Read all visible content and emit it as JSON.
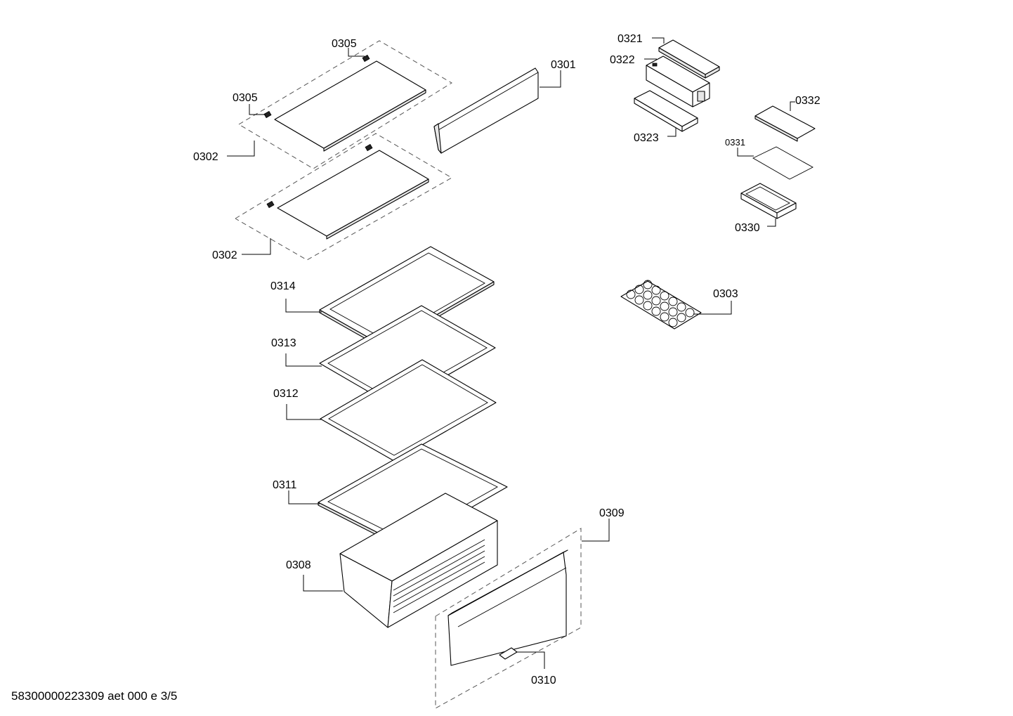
{
  "document": {
    "footer_text": "58300000223309 aet 000 e 3/5"
  },
  "labels": {
    "p0305a": "0305",
    "p0305b": "0305",
    "p0302a": "0302",
    "p0302b": "0302",
    "p0301": "0301",
    "p0321": "0321",
    "p0322": "0322",
    "p0323": "0323",
    "p0332": "0332",
    "p0331": "0331",
    "p0330": "0330",
    "p0314": "0314",
    "p0313": "0313",
    "p0312": "0312",
    "p0311": "0311",
    "p0303": "0303",
    "p0308": "0308",
    "p0309": "0309",
    "p0310": "0310"
  }
}
